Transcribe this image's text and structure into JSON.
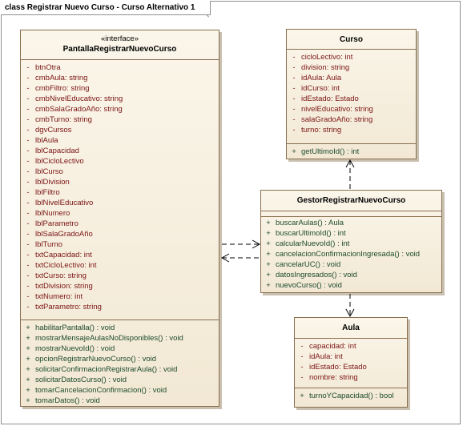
{
  "frame": {
    "title": "class Registrar Nuevo Curso - Curso Alternativo 1"
  },
  "classes": {
    "pantalla": {
      "stereotype": "«interface»",
      "name": "PantallaRegistrarNuevoCurso",
      "attributes": [
        {
          "vis": "-",
          "text": "btnOtra"
        },
        {
          "vis": "-",
          "text": "cmbAula:  string"
        },
        {
          "vis": "-",
          "text": "cmbFiltro:  string"
        },
        {
          "vis": "-",
          "text": "cmbNivelEducativo:  string"
        },
        {
          "vis": "-",
          "text": "cmbSalaGradoAño:  string"
        },
        {
          "vis": "-",
          "text": "cmbTurno:  string"
        },
        {
          "vis": "-",
          "text": "dgvCursos"
        },
        {
          "vis": "-",
          "text": "lblAula"
        },
        {
          "vis": "-",
          "text": "lblCapacidad"
        },
        {
          "vis": "-",
          "text": "lblCicloLectivo"
        },
        {
          "vis": "-",
          "text": "lblCurso"
        },
        {
          "vis": "-",
          "text": "lblDivision"
        },
        {
          "vis": "-",
          "text": "lblFiltro"
        },
        {
          "vis": "-",
          "text": "lblNivelEducativo"
        },
        {
          "vis": "-",
          "text": "lblNumero"
        },
        {
          "vis": "-",
          "text": "lblParametro"
        },
        {
          "vis": "-",
          "text": "lblSalaGradoAño"
        },
        {
          "vis": "-",
          "text": "lblTurno"
        },
        {
          "vis": "-",
          "text": "txtCapacidad:  int"
        },
        {
          "vis": "-",
          "text": "txtCicloLectivo:  int"
        },
        {
          "vis": "-",
          "text": "txtCurso:  string"
        },
        {
          "vis": "-",
          "text": "txtDivision:  string"
        },
        {
          "vis": "-",
          "text": "txtNumero:  int"
        },
        {
          "vis": "-",
          "text": "txtParametro:  string"
        }
      ],
      "operations": [
        {
          "vis": "+",
          "text": "habilitarPantalla() : void"
        },
        {
          "vis": "+",
          "text": "mostrarMensajeAulasNoDisponibles() : void"
        },
        {
          "vis": "+",
          "text": "mostrarNuevoId() : void"
        },
        {
          "vis": "+",
          "text": "opcionRegistrarNuevoCurso() : void"
        },
        {
          "vis": "+",
          "text": "solicitarConfirmacionRegistrarAula() : void"
        },
        {
          "vis": "+",
          "text": "solicitarDatosCurso() : void"
        },
        {
          "vis": "+",
          "text": "tomarCancelacionConfirmacion() : void"
        },
        {
          "vis": "+",
          "text": "tomarDatos() : void"
        }
      ]
    },
    "curso": {
      "name": "Curso",
      "attributes": [
        {
          "vis": "-",
          "text": "cicloLectivo:  int"
        },
        {
          "vis": "-",
          "text": "division:  string"
        },
        {
          "vis": "-",
          "text": "idAula:  Aula"
        },
        {
          "vis": "-",
          "text": "idCurso:  int"
        },
        {
          "vis": "-",
          "text": "idEstado:  Estado"
        },
        {
          "vis": "-",
          "text": "nivelEducativo:  string"
        },
        {
          "vis": "-",
          "text": "salaGradoAño:  string"
        },
        {
          "vis": "-",
          "text": "turno:  string"
        }
      ],
      "operations": [
        {
          "vis": "+",
          "text": "getUltimoId() : int"
        }
      ]
    },
    "gestor": {
      "name": "GestorRegistrarNuevoCurso",
      "attributes": [],
      "operations": [
        {
          "vis": "+",
          "text": "buscarAulas() : Aula"
        },
        {
          "vis": "+",
          "text": "buscarUltimoId() : int"
        },
        {
          "vis": "+",
          "text": "calcularNuevoId() : int"
        },
        {
          "vis": "+",
          "text": "cancelacionConfirmacionIngresada() : void"
        },
        {
          "vis": "+",
          "text": "cancelarUC() : void"
        },
        {
          "vis": "+",
          "text": "datosIngresados() : void"
        },
        {
          "vis": "+",
          "text": "nuevoCurso() : void"
        }
      ]
    },
    "aula": {
      "name": "Aula",
      "attributes": [
        {
          "vis": "-",
          "text": "capacidad:  int"
        },
        {
          "vis": "-",
          "text": "idAula:  int"
        },
        {
          "vis": "-",
          "text": "idEstado:  Estado"
        },
        {
          "vis": "-",
          "text": "nombre:  string"
        }
      ],
      "operations": [
        {
          "vis": "+",
          "text": "turnoYCapacidad() : bool"
        }
      ]
    }
  },
  "relationships": [
    {
      "from": "pantalla",
      "to": "gestor",
      "kind": "dependency"
    },
    {
      "from": "gestor",
      "to": "pantalla",
      "kind": "dependency"
    },
    {
      "from": "gestor",
      "to": "curso",
      "kind": "dependency"
    },
    {
      "from": "gestor",
      "to": "aula",
      "kind": "dependency"
    }
  ]
}
